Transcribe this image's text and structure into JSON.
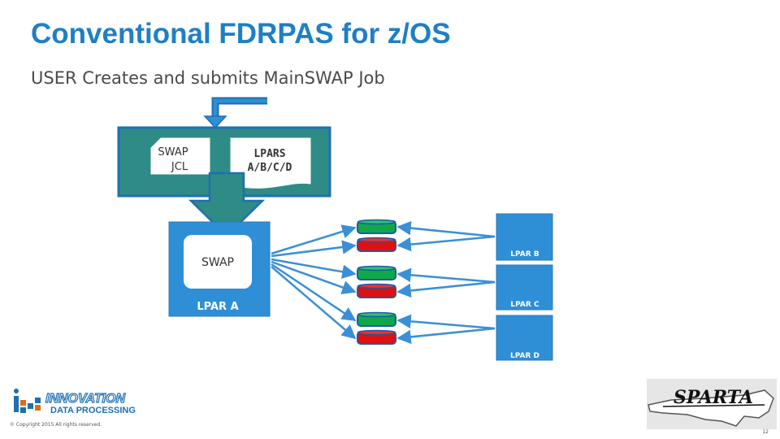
{
  "slide": {
    "title": "Conventional FDRPAS for z/OS",
    "subtitle": "USER Creates and submits MainSWAP Job",
    "copyright": "© Copyright 2015   All rights reserved.",
    "page_number": "12"
  },
  "diagram": {
    "swap_jcl": [
      "SWAP",
      "JCL"
    ],
    "lpars_doc": [
      "LPARS",
      "A/B/C/D"
    ],
    "swap_task": "SWAP",
    "lpar_a": "LPAR A",
    "lpar_b": "LPAR B",
    "lpar_c": "LPAR C",
    "lpar_d": "LPAR D"
  },
  "logos": {
    "innovation_line1": "INNOVATION",
    "innovation_line2": "DATA PROCESSING",
    "sparta": "SPARTA"
  },
  "colors": {
    "title": "#1f7fc4",
    "job_box": "#2e8b86",
    "lpar_box": "#2e8fd6",
    "arrow": "#3a8fd6",
    "disk_green": "#11a84a",
    "disk_red": "#e01010",
    "disk_cap": "#1e5aa8"
  }
}
